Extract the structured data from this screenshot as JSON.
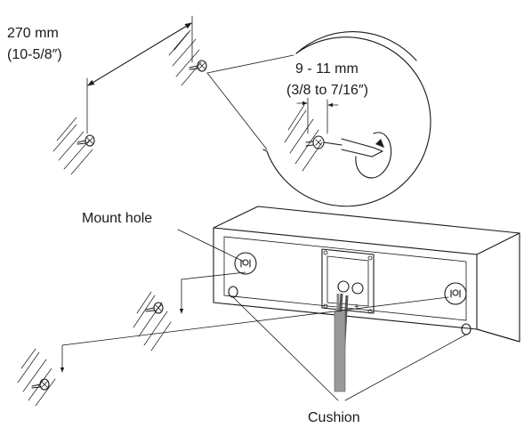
{
  "labels": {
    "spacing_mm": "270 mm",
    "spacing_in": "(10-5/8″)",
    "protrusion_mm": "9 - 11 mm",
    "protrusion_in": "(3/8 to 7/16″)",
    "mount_hole": "Mount hole",
    "cushion": "Cushion",
    "terminal_minus": "−",
    "terminal_plus": "+"
  },
  "icons": [
    "screw-icon",
    "screwdriver-icon",
    "rotation-arrow-icon",
    "wall-hatch-icon",
    "dimension-arrow-icon"
  ]
}
